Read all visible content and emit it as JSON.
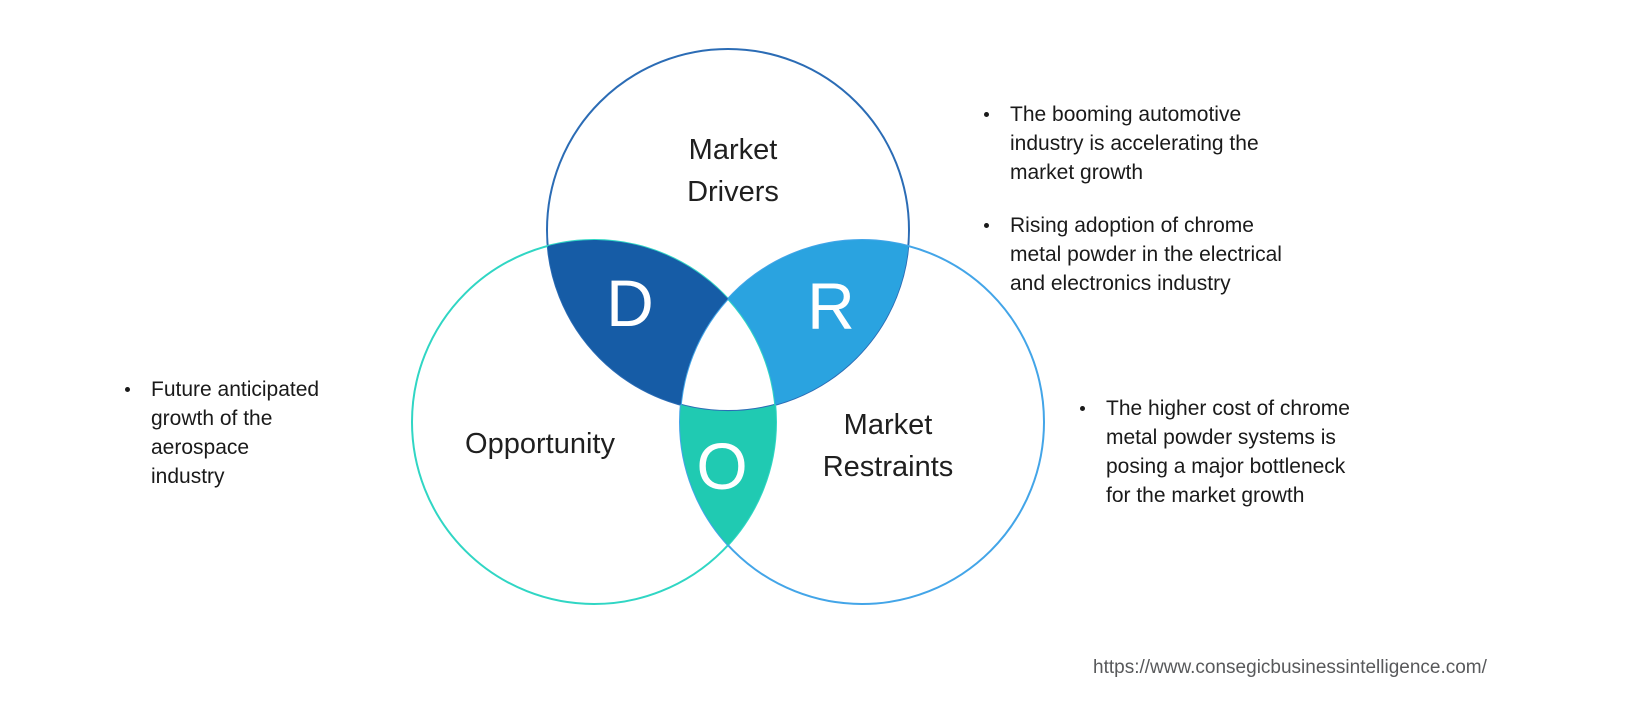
{
  "page": {
    "background_color": "#ffffff",
    "text_color": "#1a1a1a"
  },
  "venn": {
    "circles": [
      {
        "id": "market-drivers",
        "label_lines": [
          "Market",
          "Drivers"
        ],
        "outline_color": "#2b6cb5"
      },
      {
        "id": "opportunity",
        "label_lines": [
          "Opportunity"
        ],
        "outline_color": "#30d6c4"
      },
      {
        "id": "market-restraints",
        "label_lines": [
          "Market",
          "Restraints"
        ],
        "outline_color": "#43a5e8"
      }
    ],
    "regions": [
      {
        "letter": "D",
        "fill_color": "#165ca6",
        "letter_color": "#ffffff"
      },
      {
        "letter": "R",
        "fill_color": "#2aa3e0",
        "letter_color": "#ffffff"
      },
      {
        "letter": "O",
        "fill_color": "#20cab2",
        "letter_color": "#ffffff"
      }
    ]
  },
  "callouts": {
    "left": {
      "items": [
        {
          "lines": [
            "Future anticipated",
            "growth of the",
            "aerospace",
            "industry"
          ]
        }
      ]
    },
    "top_right": {
      "items": [
        {
          "lines": [
            "The booming automotive",
            "industry is accelerating the",
            "market growth"
          ]
        },
        {
          "lines": [
            "Rising adoption of chrome",
            "metal powder in the electrical",
            "and electronics industry"
          ]
        }
      ]
    },
    "bottom_right": {
      "items": [
        {
          "lines": [
            "The higher cost of chrome",
            "metal powder systems is",
            "posing a major bottleneck",
            "for the market growth"
          ]
        }
      ]
    }
  },
  "footer": {
    "url": "https://www.consegicbusinessintelligence.com/",
    "url_color": "#58595b"
  }
}
